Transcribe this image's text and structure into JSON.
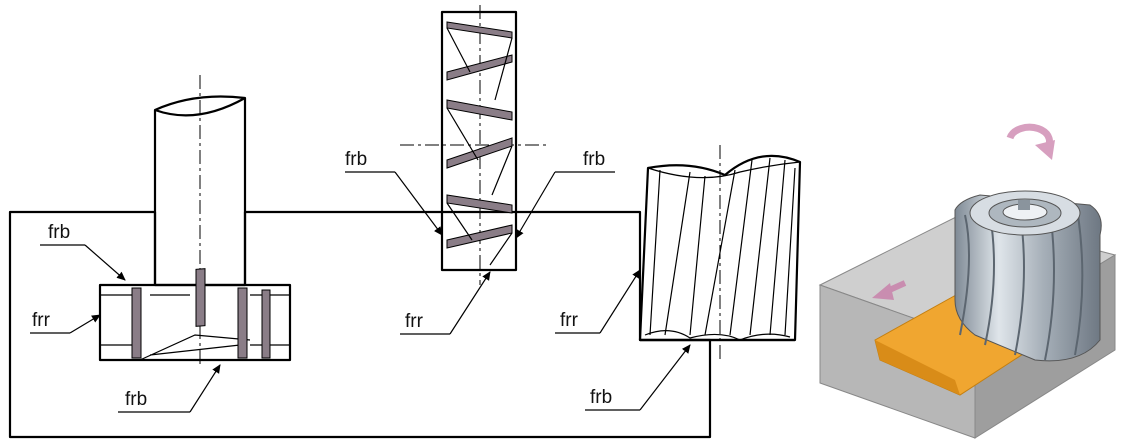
{
  "labels": {
    "left_frb_top": "frb",
    "left_frr": "frr",
    "left_frb_bottom": "frb",
    "mid_frb_left": "frb",
    "mid_frb_right": "frb",
    "mid_frr": "frr",
    "right_frr": "frr",
    "right_frb": "frb"
  },
  "colors": {
    "workpiece_fill": "#b7b7b7",
    "workpiece_top": "#cfcfcf",
    "slot_fill": "#f0a630",
    "cutter_metal": "#b9c1c9",
    "cutting_edge": "#8c7f88",
    "rotation_arrow": "#d79fbf",
    "feed_arrow": "#c98db0"
  },
  "icons": {
    "rotation": "rotation-arrow-icon",
    "feed": "feed-direction-arrow-icon"
  }
}
